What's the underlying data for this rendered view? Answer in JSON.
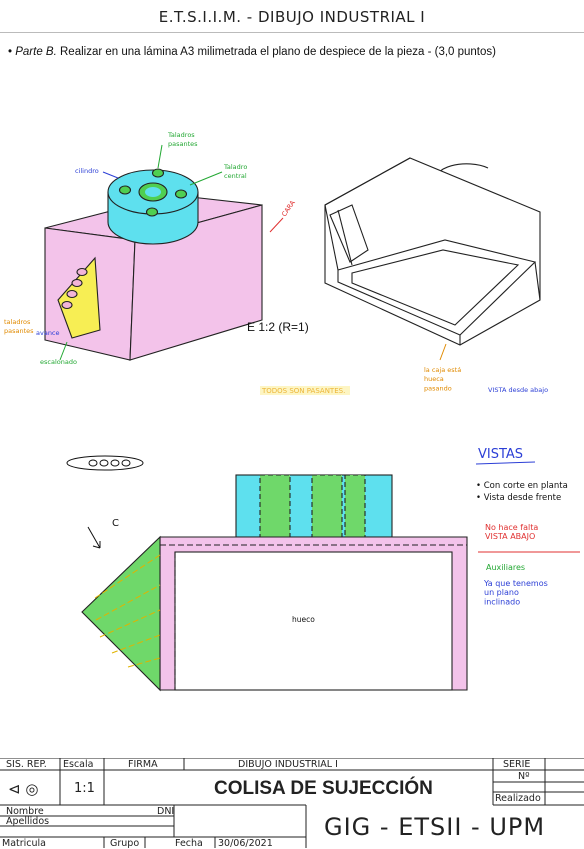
{
  "header": {
    "title": "E.T.S.I.I.M. - DIBUJO INDUSTRIAL I"
  },
  "statement": {
    "part": "Parte B.",
    "text": "Realizar en una lámina A3 milimetrada el plano de despiece de la pieza - (3,0 puntos)"
  },
  "iso_view": {
    "labels": {
      "taladros_top": "Taladros\npasantes",
      "cilindro": "cilindro",
      "taladro_central": "Taladro\ncentral",
      "cara": "CARA",
      "taladros_pasantes": "taladros\npasantes",
      "avance": "avance",
      "escalonado": "escalonado"
    },
    "scale_note": "E 1:2 (R=1)",
    "todos_note": "TODOS SON PASANTES."
  },
  "bottom_view": {
    "note_hueco": "la caja está\nhueca\npasando",
    "caption": "VISTA desde abajo"
  },
  "notes": {
    "vistas_title": "VISTAS",
    "bullets": [
      "Con corte en planta",
      "Vista desde frente"
    ],
    "red_note": "No hace falta\nVISTA ABAJO",
    "aux_title": "Auxiliares",
    "aux_text": "Ya que tenemos\nun plano\ninclinado"
  },
  "drawing": {
    "view_label": "C",
    "hueco_label": "hueco"
  },
  "title_block": {
    "sis_rep": "SIS. REP.",
    "escala_label": "Escala",
    "escala_value": "1:1",
    "firma": "FIRMA",
    "dibujo": "DIBUJO INDUSTRIAL I",
    "serie": "SERIE",
    "numero": "Nº",
    "realizado": "Realizado",
    "titulo": "COLISA DE SUJECCIÓN",
    "nombre": "Nombre",
    "dni": "DNI",
    "apellidos": "Apellidos",
    "matricula": "Matricula",
    "grupo": "Grupo",
    "fecha_label": "Fecha",
    "fecha_value": "30/06/2021",
    "escuela": "GIG - ETSII - UPM"
  }
}
